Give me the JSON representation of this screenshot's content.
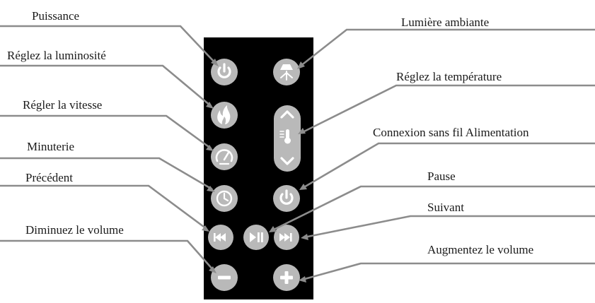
{
  "labels": {
    "puissance": "Puissance",
    "luminosite": "Réglez la luminosité",
    "vitesse": "Régler la vitesse",
    "minuterie": "Minuterie",
    "precedent": "Précédent",
    "diminuez": "Diminuez le volume",
    "lumiere": "Lumière ambiante",
    "temperature": "Réglez la température",
    "connexion": "Connexion sans fil Alimentation",
    "pause": "Pause",
    "suivant": "Suivant",
    "augmentez": "Augmentez le volume"
  },
  "icons": {
    "power": "power-icon",
    "light": "ambient-light-icon",
    "flame": "flame-icon",
    "speed": "speedometer-icon",
    "timer": "clock-icon",
    "temp": "thermometer-icon",
    "previous": "previous-track-icon",
    "play_pause": "play-pause-icon",
    "next": "next-track-icon",
    "minus": "minus-icon",
    "plus": "plus-icon"
  },
  "colors": {
    "remote_body": "#000000",
    "button": "#b9b9b9",
    "glyph": "#ffffff",
    "callout_line": "#8c8c8c",
    "text": "#1a1a1a"
  }
}
